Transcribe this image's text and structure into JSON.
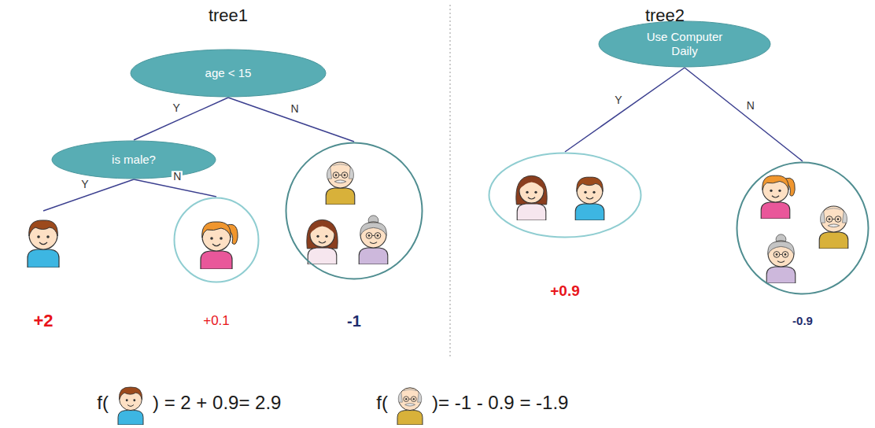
{
  "diagram": {
    "nodes": [
      {
        "text": [
          "age < 15"
        ]
      },
      {
        "text": [
          "is male?"
        ]
      },
      {
        "text": [
          "+2"
        ]
      },
      {
        "text": [
          "+0.1"
        ]
      },
      {
        "text": [
          "-1"
        ]
      },
      {
        "text": [
          "Use Computer Daily"
        ]
      },
      {
        "text": [
          "+0.9"
        ]
      },
      {
        "text": [
          "-0.9"
        ]
      }
    ],
    "edges": [
      {
        "from": 0,
        "to": 1,
        "label": "Y",
        "arrow": "none"
      },
      {
        "from": 0,
        "to": 4,
        "label": "N",
        "arrow": "none"
      },
      {
        "from": 1,
        "to": 2,
        "label": "Y",
        "arrow": "none"
      },
      {
        "from": 1,
        "to": 3,
        "label": "N",
        "arrow": "none"
      },
      {
        "from": 5,
        "to": 6,
        "label": "Y",
        "arrow": "none"
      },
      {
        "from": 5,
        "to": 7,
        "label": "N",
        "arrow": "none"
      }
    ],
    "labels": [
      "tree1",
      "tree2",
      "f(",
      ") = 2 + 0.9= 2.9",
      "f(",
      ")= -1 - 0.9 = -1.9"
    ]
  }
}
